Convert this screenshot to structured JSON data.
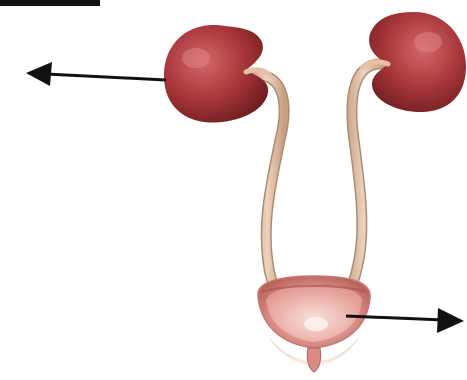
{
  "diagram": {
    "subject": "urinary system",
    "colors": {
      "kidney": "#9e2f33",
      "kidney_highlight": "#d4676a",
      "ureter": "#d9b69a",
      "bladder": "#d98c86",
      "bladder_inner": "#f2c3bc",
      "arrow": "#111111"
    },
    "parts": [
      {
        "name": "left-kidney"
      },
      {
        "name": "right-kidney"
      },
      {
        "name": "left-ureter"
      },
      {
        "name": "right-ureter"
      },
      {
        "name": "bladder"
      },
      {
        "name": "urethra"
      }
    ],
    "pointers": [
      {
        "name": "kidney-pointer-arrow",
        "target": "left-kidney",
        "direction": "left"
      },
      {
        "name": "bladder-pointer-arrow",
        "target": "bladder",
        "direction": "right"
      }
    ]
  }
}
